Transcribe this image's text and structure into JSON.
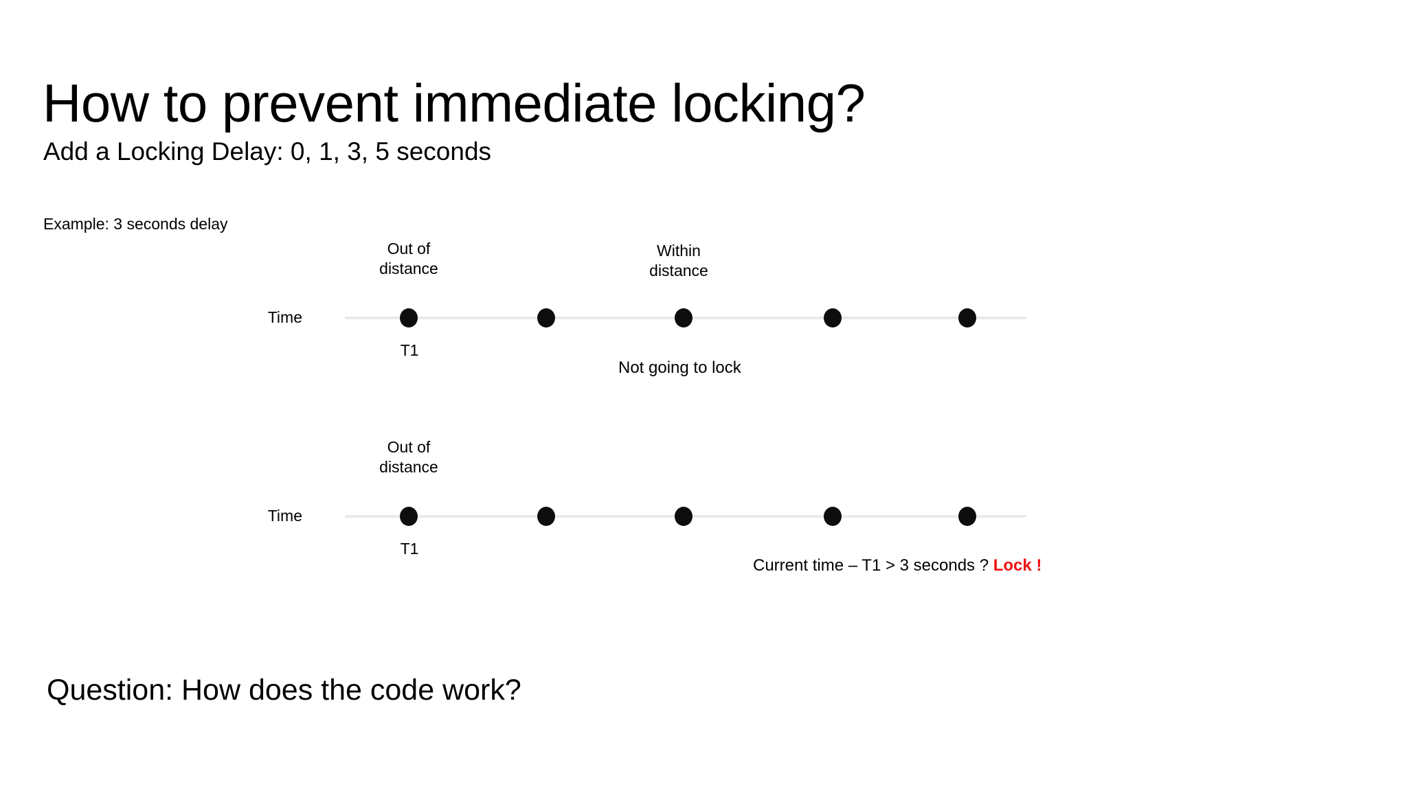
{
  "slide": {
    "title": "How to prevent immediate locking?",
    "subtitle": "Add a Locking Delay: 0, 1, 3, 5 seconds",
    "example_note": "Example: 3 seconds delay",
    "closing_question": "Question: How does the code work?",
    "background_color": "#ffffff",
    "text_color": "#000000",
    "accent_color": "#ee1111",
    "line_color": "#e9e9e9",
    "dot_color": "#0d0d0d"
  },
  "timelines": [
    {
      "id": "timeline-top",
      "axis_label": "Time",
      "dot_count": 5,
      "captions_above": [
        {
          "text": "Out of\ndistance",
          "dot_index": 0
        },
        {
          "text": "Within\ndistance",
          "dot_index": 2
        }
      ],
      "captions_below": [
        {
          "text": "T1",
          "dot_index": 0
        }
      ],
      "note": {
        "text": "Not going to lock",
        "emphasis": ""
      }
    },
    {
      "id": "timeline-bottom",
      "axis_label": "Time",
      "dot_count": 5,
      "captions_above": [
        {
          "text": "Out of\ndistance",
          "dot_index": 0
        }
      ],
      "captions_below": [
        {
          "text": "T1",
          "dot_index": 0
        }
      ],
      "note": {
        "text": "Current time – T1 > 3 seconds ? ",
        "emphasis": "Lock !"
      }
    }
  ]
}
